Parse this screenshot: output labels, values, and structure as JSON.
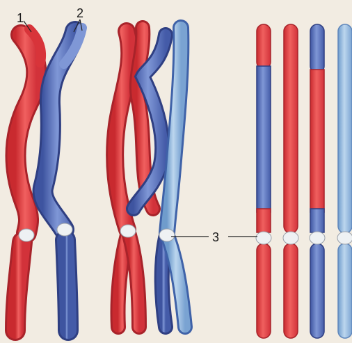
{
  "figure": {
    "background": "#f2ece2",
    "colors": {
      "red": "#e6383e",
      "red_light": "#f06a6c",
      "blue": "#4f68b8",
      "blue_light": "#7f97d6",
      "pale_blue": "#8fb5de",
      "centromere": "#e8ecef",
      "outline": "#3a3f6a"
    },
    "labels": {
      "one": "1",
      "two": "2",
      "three": "3"
    }
  }
}
